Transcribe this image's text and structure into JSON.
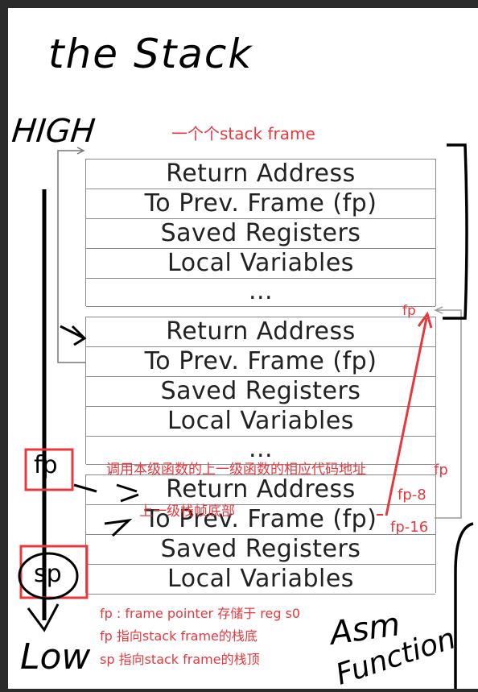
{
  "title": "the Stack",
  "high_label": "HIGH",
  "low_label": "Low",
  "asm_label_line1": "Asm",
  "asm_label_line2": "Function",
  "frame_annotation": "一个个stack frame",
  "frames": [
    {
      "rows": [
        "Return Address",
        "To Prev. Frame (fp)",
        "Saved Registers",
        "Local Variables",
        "..."
      ]
    },
    {
      "rows": [
        "Return Address",
        "To Prev. Frame (fp)",
        "Saved Registers",
        "Local Variables",
        "..."
      ]
    },
    {
      "rows": [
        "Return Address",
        "To Prev. Frame (fp)",
        "Saved Registers",
        "Local Variables"
      ]
    }
  ],
  "fp_box_label": "fp",
  "sp_box_label": "sp",
  "annotations": {
    "return_addr_note": "调用本级函数的上一级函数的相应代码地址",
    "prev_frame_note": "上一级栈帧底部",
    "fp_top": "fp",
    "fp_right": "fp",
    "fp_minus_8": "fp-8",
    "fp_minus_16": "fp-16"
  },
  "legend": [
    "fp : frame pointer 存储于 reg s0",
    "fp 指向stack frame的栈底",
    "sp 指向stack frame的栈顶"
  ],
  "colors": {
    "accent_red": "#e8383d",
    "ink": "#000000",
    "row_border": "#8a8a8a"
  }
}
